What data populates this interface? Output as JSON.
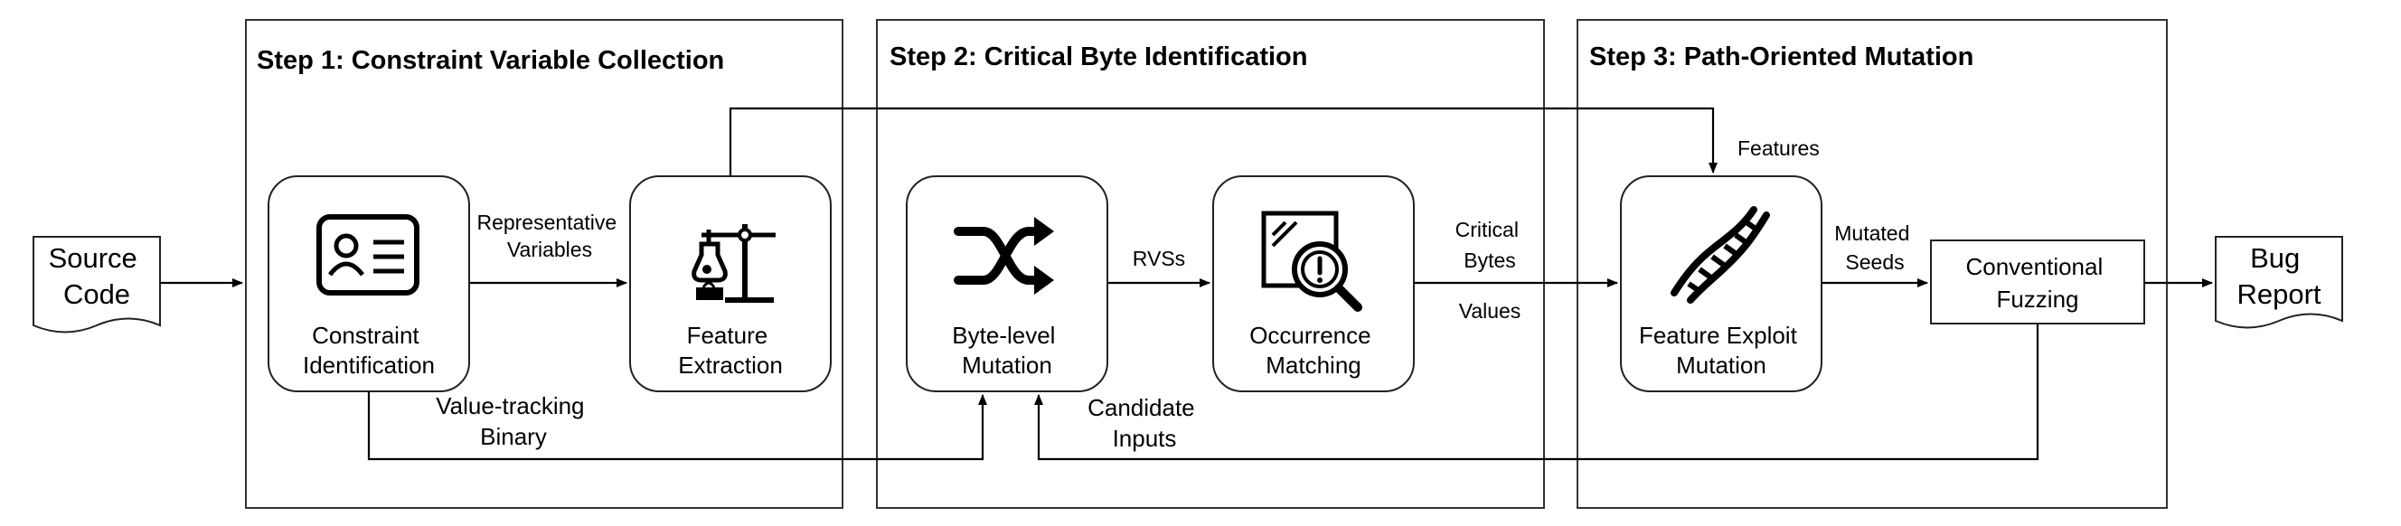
{
  "steps": {
    "step1": "Step 1: Constraint Variable Collection",
    "step2": "Step 2: Critical Byte Identification",
    "step3": "Step 3: Path-Oriented Mutation"
  },
  "inputs": {
    "source_code": [
      "Source",
      "Code"
    ]
  },
  "outputs": {
    "bug_report": [
      "Bug",
      "Report"
    ]
  },
  "nodes": {
    "constraint_identification": [
      "Constraint",
      "Identification"
    ],
    "feature_extraction": [
      "Feature",
      "Extraction"
    ],
    "byte_level_mutation": [
      "Byte-level",
      "Mutation"
    ],
    "occurrence_matching": [
      "Occurrence",
      "Matching"
    ],
    "feature_exploit_mutation": [
      "Feature Exploit",
      "Mutation"
    ],
    "conventional_fuzzing": [
      "Conventional",
      "Fuzzing"
    ]
  },
  "edge_labels": {
    "representative_variables": [
      "Representative",
      "Variables"
    ],
    "value_tracking_binary": [
      "Value-tracking",
      "Binary"
    ],
    "rvss": "RVSs",
    "critical_bytes": [
      "Critical",
      "Bytes"
    ],
    "values": "Values",
    "features": "Features",
    "mutated_seeds": [
      "Mutated",
      "Seeds"
    ],
    "candidate_inputs": [
      "Candidate",
      "Inputs"
    ]
  },
  "icons": {
    "constraint_identification": "id-card-icon",
    "feature_extraction": "lab-flask-icon",
    "byte_level_mutation": "shuffle-icon",
    "occurrence_matching": "magnifier-alert-icon",
    "feature_exploit_mutation": "dna-icon"
  }
}
